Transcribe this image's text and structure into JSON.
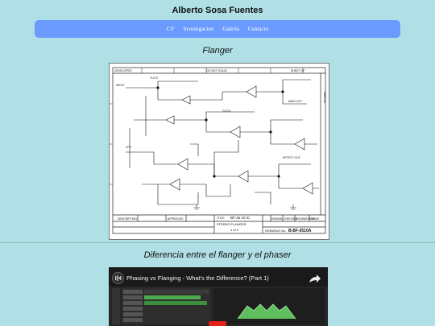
{
  "header": {
    "title": "Alberto Sosa Fuentes"
  },
  "nav": {
    "items": [
      "CV",
      "Investigacion",
      "Galeria",
      "Contacto"
    ]
  },
  "sections": {
    "flanger_heading": "Flanger",
    "difference_heading": "Diferencia entre el flanger y el phaser"
  },
  "schematic": {
    "title_block": {
      "title_label": "TITLE",
      "title_value": "BF-2a 10 IC",
      "subtitle": "STEREO FLANGER",
      "sheet": "1 of 2",
      "drawing_label": "DRAWING No.",
      "drawing_number": "B-BF-0510A"
    },
    "header_left": "DEVELOPED",
    "header_center": "DO NOT SCALE",
    "header_right": "SHEET OF",
    "block_labels": [
      "DESCRIPTION",
      "APPROVED",
      "DRAWN",
      "CHECKED",
      "ENGINEERING",
      "ISSUE"
    ],
    "notes": [
      "MAIN OUT",
      "EFFECT OUT",
      "TL072",
      "TL074",
      "LFO",
      "INPUT"
    ],
    "side_label": "DWG No."
  },
  "video": {
    "title": "Phasing vs Flanging - What's the Difference? (Part 1)",
    "channel_icon": "equalizer-icon",
    "share_icon": "share-icon"
  },
  "colors": {
    "background": "#b0e0e6",
    "navbar": "#6b9bff",
    "nav_text": "#ffffff"
  }
}
